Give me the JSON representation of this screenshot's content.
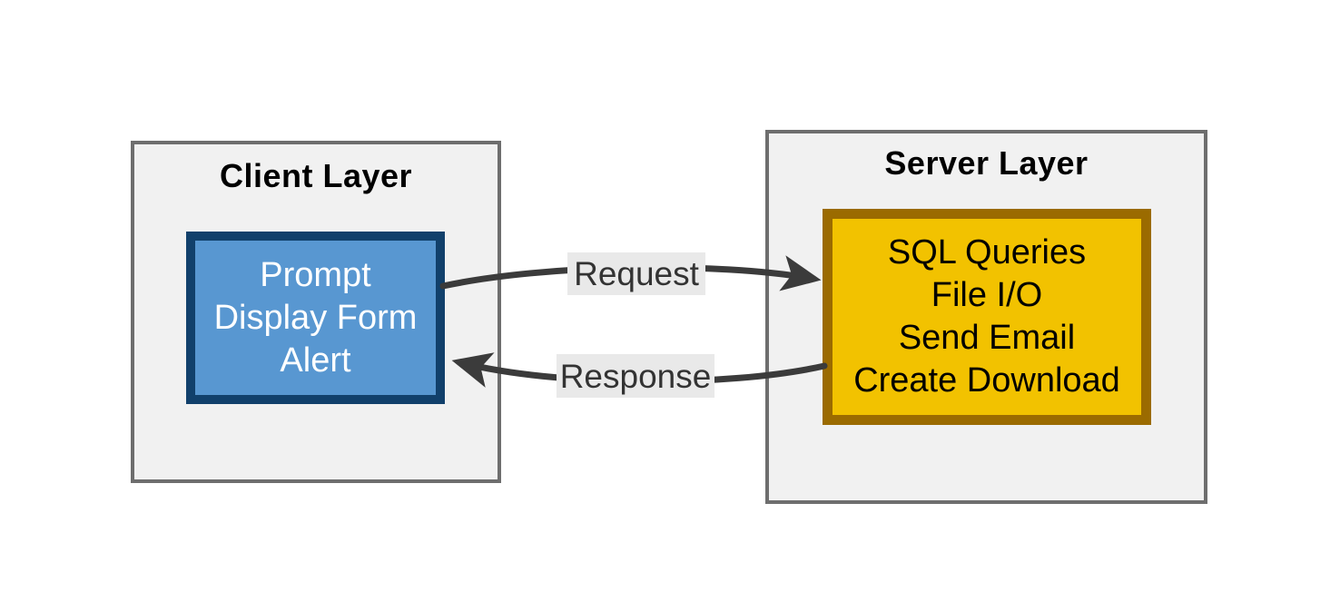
{
  "diagram": {
    "client_layer": {
      "title": "Client Layer",
      "node": {
        "lines": [
          "Prompt",
          "Display Form",
          "Alert"
        ]
      }
    },
    "server_layer": {
      "title": "Server Layer",
      "node": {
        "lines": [
          "SQL Queries",
          "File I/O",
          "Send Email",
          "Create Download"
        ]
      }
    },
    "connections": [
      {
        "label": "Request",
        "from": "client-node",
        "to": "server-node",
        "direction": "left-to-right"
      },
      {
        "label": "Response",
        "from": "server-node",
        "to": "client-node",
        "direction": "right-to-left"
      }
    ],
    "colors": {
      "layer_fill": "#f1f1f1",
      "layer_border": "#6e6e6e",
      "client_node_fill": "#5897d1",
      "client_node_border": "#11406b",
      "client_node_text": "#ffffff",
      "server_node_fill": "#f2c200",
      "server_node_border": "#9b6b00",
      "server_node_text": "#000000",
      "arrow": "#3b3b3b",
      "label_bg": "#e9e9e9",
      "label_text": "#333333"
    }
  }
}
